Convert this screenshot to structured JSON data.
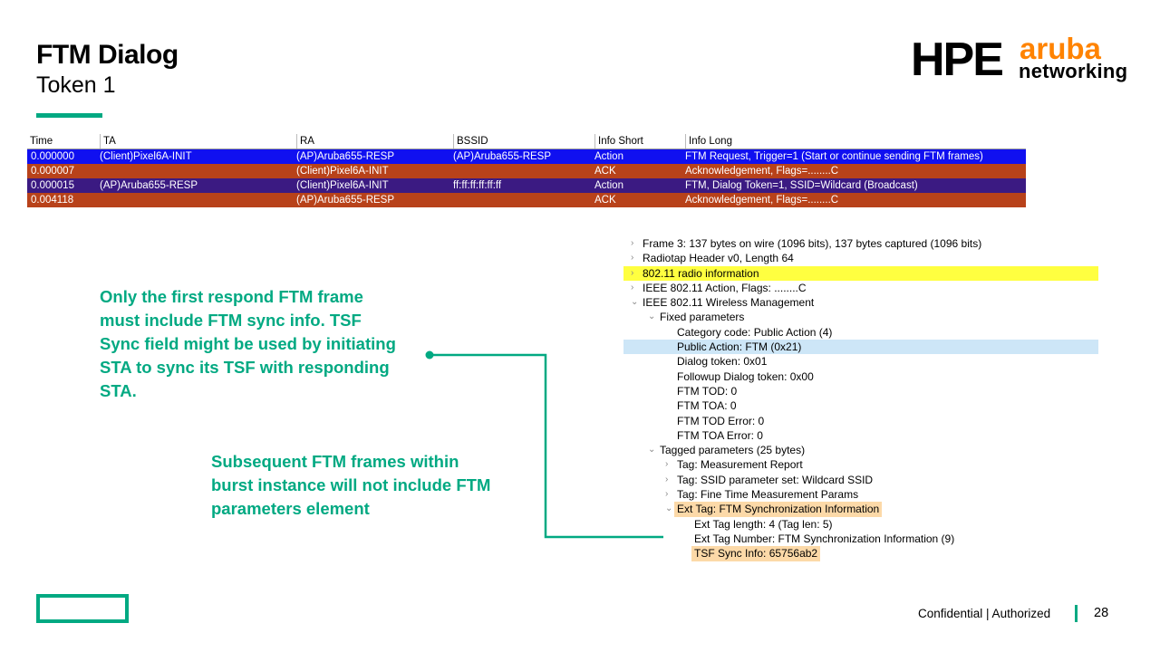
{
  "slide": {
    "title": "FTM Dialog",
    "subtitle": "Token 1"
  },
  "logo": {
    "brand": "HPE",
    "product": "aruba",
    "division": "networking"
  },
  "packet_list": {
    "columns": [
      "Time",
      "TA",
      "RA",
      "BSSID",
      "Info Short",
      "Info Long"
    ],
    "rows": [
      {
        "time": "0.000000",
        "ta": "(Client)Pixel6A-INIT",
        "ra": "(AP)Aruba655-RESP",
        "bssid": "(AP)Aruba655-RESP",
        "info_short": "Action",
        "info_long": "FTM Request, Trigger=1 (Start or continue sending FTM frames)",
        "color": "#1010f0"
      },
      {
        "time": "0.000007",
        "ta": "",
        "ra": "(Client)Pixel6A-INIT",
        "bssid": "",
        "info_short": "ACK",
        "info_long": "Acknowledgement, Flags=........C",
        "color": "#b8421a"
      },
      {
        "time": "0.000015",
        "ta": "(AP)Aruba655-RESP",
        "ra": "(Client)Pixel6A-INIT",
        "bssid": "ff:ff:ff:ff:ff:ff",
        "info_short": "Action",
        "info_long": "FTM, Dialog Token=1, SSID=Wildcard (Broadcast)",
        "color": "#3b1a82"
      },
      {
        "time": "0.004118",
        "ta": "",
        "ra": "(AP)Aruba655-RESP",
        "bssid": "",
        "info_short": "ACK",
        "info_long": "Acknowledgement, Flags=........C",
        "color": "#b8421a"
      }
    ]
  },
  "packet_details": [
    {
      "text": "Frame 3: 137 bytes on wire (1096 bits), 137 bytes captured (1096 bits)",
      "level": 0,
      "expander": "collapsed"
    },
    {
      "text": "Radiotap Header v0, Length 64",
      "level": 0,
      "expander": "collapsed"
    },
    {
      "text": "802.11 radio information",
      "level": 0,
      "expander": "collapsed",
      "highlight": "yellow"
    },
    {
      "text": "IEEE 802.11 Action, Flags: ........C",
      "level": 0,
      "expander": "collapsed"
    },
    {
      "text": "IEEE 802.11 Wireless Management",
      "level": 0,
      "expander": "expanded"
    },
    {
      "text": "Fixed parameters",
      "level": 1,
      "expander": "expanded"
    },
    {
      "text": "Category code: Public Action (4)",
      "level": 2,
      "expander": "none"
    },
    {
      "text": "Public Action: FTM (0x21)",
      "level": 2,
      "expander": "none",
      "highlight": "blue"
    },
    {
      "text": "Dialog token: 0x01",
      "level": 2,
      "expander": "none"
    },
    {
      "text": "Followup Dialog token: 0x00",
      "level": 2,
      "expander": "none"
    },
    {
      "text": "FTM TOD: 0",
      "level": 2,
      "expander": "none"
    },
    {
      "text": "FTM TOA: 0",
      "level": 2,
      "expander": "none"
    },
    {
      "text": "FTM TOD Error: 0",
      "level": 2,
      "expander": "none"
    },
    {
      "text": "FTM TOA Error: 0",
      "level": 2,
      "expander": "none"
    },
    {
      "text": "Tagged parameters (25 bytes)",
      "level": 1,
      "expander": "expanded"
    },
    {
      "text": "Tag: Measurement Report",
      "level": 2,
      "expander": "collapsed"
    },
    {
      "text": "Tag: SSID parameter set: Wildcard SSID",
      "level": 2,
      "expander": "collapsed"
    },
    {
      "text": "Tag: Fine Time Measurement Params",
      "level": 2,
      "expander": "collapsed"
    },
    {
      "text": "Ext Tag: FTM Synchronization Information",
      "level": 2,
      "expander": "expanded",
      "highlight": "orange"
    },
    {
      "text": "Ext Tag length: 4 (Tag len: 5)",
      "level": 3,
      "expander": "none"
    },
    {
      "text": "Ext Tag Number: FTM Synchronization Information (9)",
      "level": 3,
      "expander": "none"
    },
    {
      "text": "TSF Sync Info: 65756ab2",
      "level": 3,
      "expander": "none",
      "highlight": "orange"
    }
  ],
  "callouts": {
    "note1": "Only the first respond FTM frame must include FTM sync info. TSF Sync field might be used by initiating STA to sync its TSF with responding STA.",
    "note2": "Subsequent FTM frames within burst instance will not include FTM parameters element"
  },
  "footer": {
    "classification": "Confidential | Authorized",
    "page_number": "28"
  },
  "colors": {
    "accent": "#01a982",
    "logo_orange": "#ff8300",
    "highlight_yellow": "#ffff40",
    "highlight_orange": "#fcd9a8"
  },
  "icons": {
    "collapsed": "chevron-right-icon",
    "expanded": "chevron-down-icon"
  }
}
